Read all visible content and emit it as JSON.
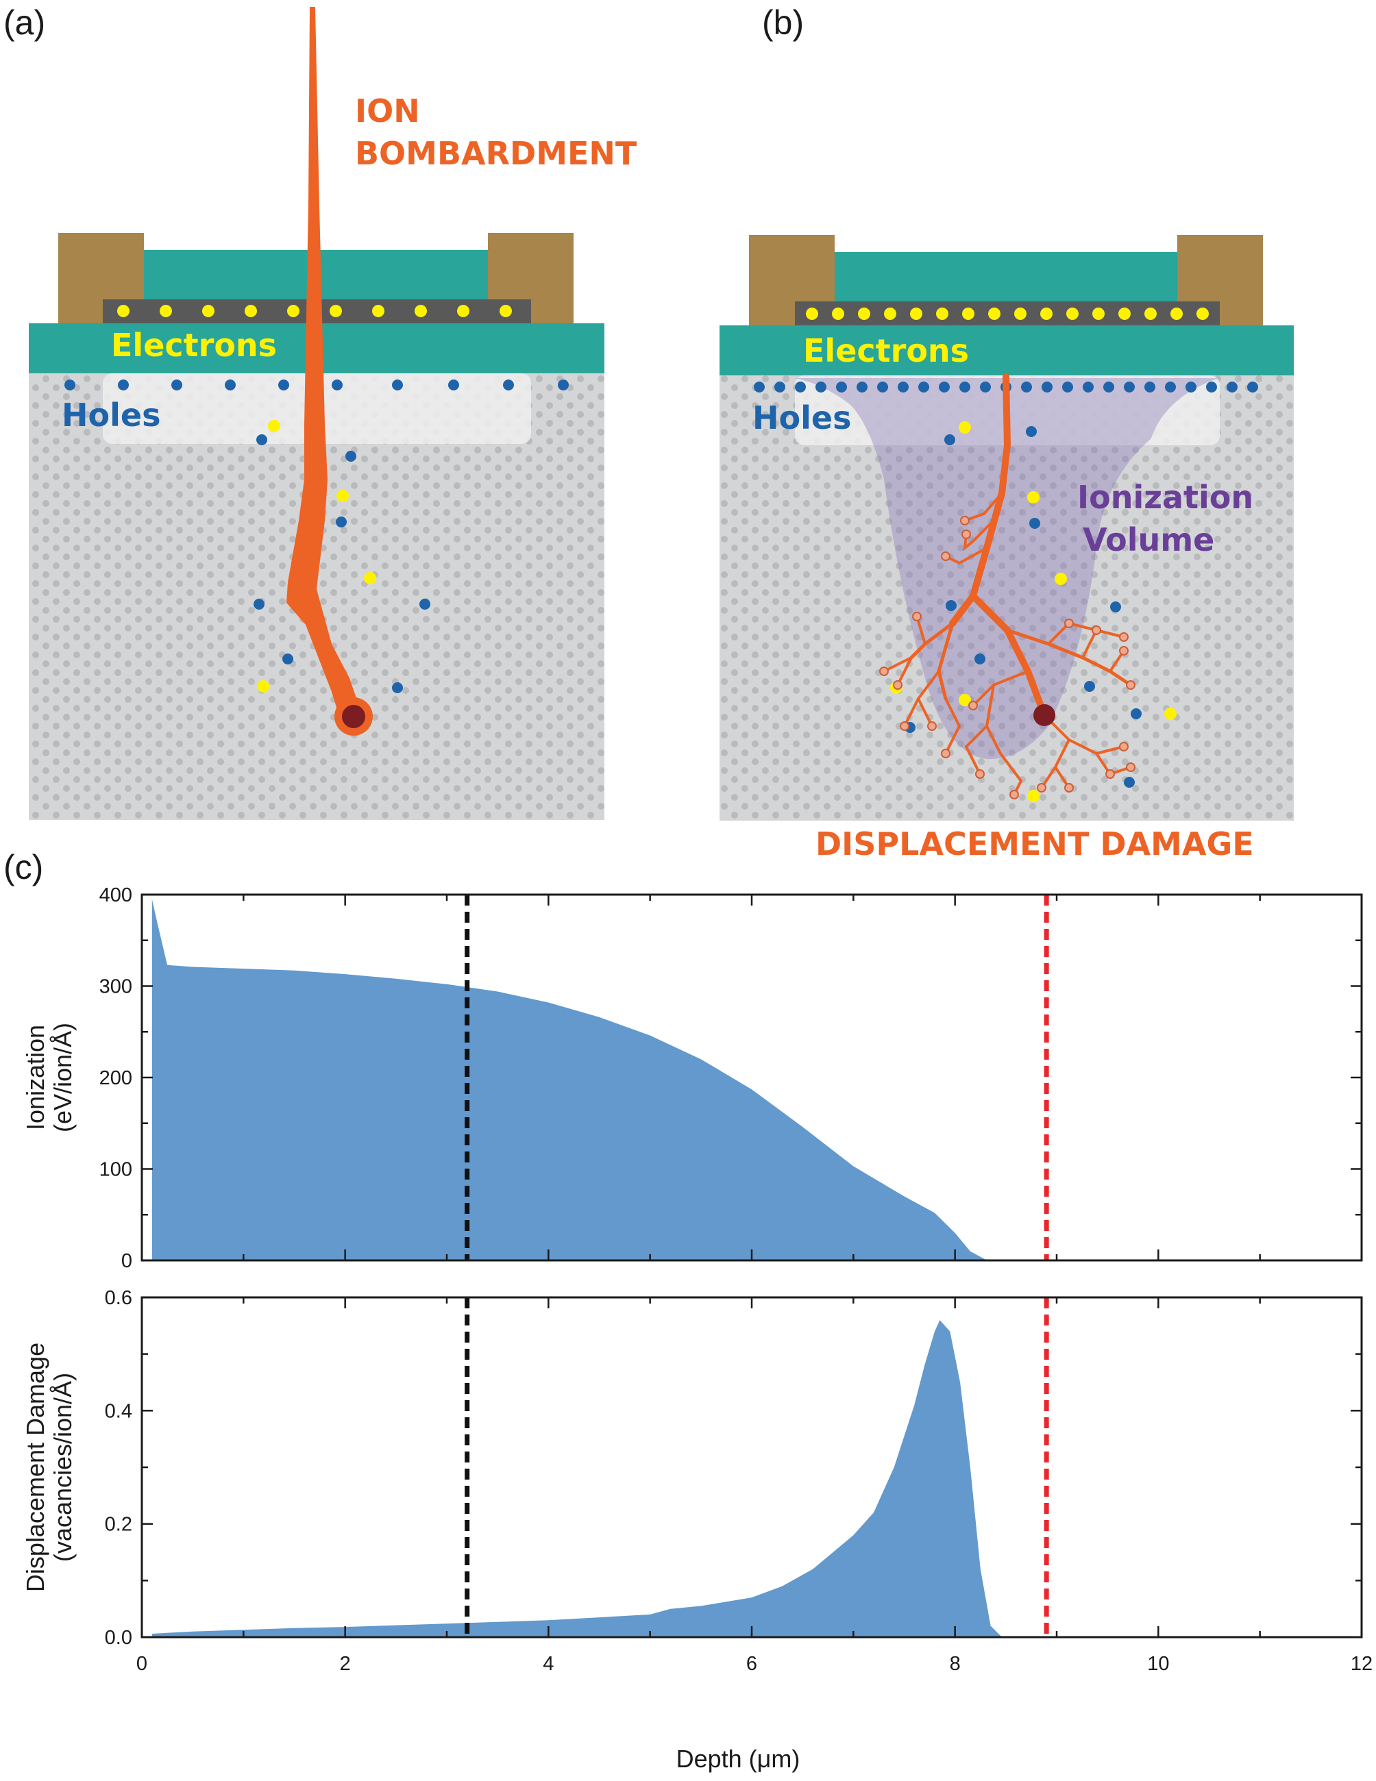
{
  "panel_labels": {
    "a": "(a)",
    "b": "(b)",
    "c": "(c)"
  },
  "panel_a": {
    "ion_label_line1": "ION",
    "ion_label_line2": "BOMBARDMENT",
    "electrons_label": "Electrons",
    "holes_label": "Holes"
  },
  "panel_b": {
    "electrons_label": "Electrons",
    "holes_label": "Holes",
    "ionization_line1": "Ionization",
    "ionization_line2": "Volume",
    "damage_label": "DISPLACEMENT DAMAGE"
  },
  "colors": {
    "ion": "#ec6325",
    "electron": "#fff200",
    "hole": "#1f64aa",
    "gate": "#a8854a",
    "oxide": "#2aa59a",
    "channel": "#595959",
    "substrate": "#d4d5d7",
    "ionization_volume": "#8a76b9",
    "ionization_text": "#6a3f98",
    "fill": "#6399cc",
    "vline_black": "#111111",
    "vline_red": "#e8262b"
  },
  "chart_data": [
    {
      "type": "area",
      "xlabel": "",
      "ylabel": [
        "Ionization",
        "(eV/ion/Å)"
      ],
      "xlim": [
        0,
        12
      ],
      "ylim": [
        0,
        400
      ],
      "yticks": [
        "0",
        "100",
        "200",
        "300",
        "400"
      ],
      "x": [
        0.1,
        0.15,
        0.25,
        0.5,
        1.0,
        1.5,
        2.0,
        2.5,
        3.0,
        3.5,
        4.0,
        4.5,
        5.0,
        5.5,
        6.0,
        6.5,
        7.0,
        7.5,
        7.8,
        8.0,
        8.15,
        8.3,
        8.31
      ],
      "values": [
        395,
        370,
        323,
        321,
        319,
        317,
        313,
        308,
        302,
        294,
        282,
        266,
        246,
        220,
        187,
        146,
        103,
        70,
        52,
        30,
        10,
        1,
        0
      ],
      "vlines": [
        {
          "x": 3.2,
          "color": "black",
          "style": "dashed"
        },
        {
          "x": 8.9,
          "color": "red",
          "style": "dashed"
        }
      ]
    },
    {
      "type": "area",
      "xlabel": "Depth (μm)",
      "ylabel": [
        "Displacement Damage",
        "(vacancies/ion/Å)"
      ],
      "xlim": [
        0,
        12
      ],
      "xticks": [
        "0",
        "2",
        "4",
        "6",
        "8",
        "10",
        "12"
      ],
      "ylim": [
        0,
        0.6
      ],
      "yticks": [
        "0.0",
        "0.2",
        "0.4",
        "0.6"
      ],
      "x": [
        0.1,
        0.5,
        1.0,
        1.5,
        2.0,
        2.5,
        3.0,
        3.5,
        4.0,
        4.5,
        5.0,
        5.2,
        5.5,
        6.0,
        6.3,
        6.6,
        6.8,
        7.0,
        7.2,
        7.4,
        7.6,
        7.7,
        7.8,
        7.85,
        7.95,
        8.05,
        8.15,
        8.25,
        8.35,
        8.45,
        8.5
      ],
      "values": [
        0.006,
        0.01,
        0.013,
        0.016,
        0.018,
        0.021,
        0.024,
        0.027,
        0.03,
        0.035,
        0.04,
        0.05,
        0.055,
        0.07,
        0.09,
        0.12,
        0.15,
        0.18,
        0.22,
        0.3,
        0.41,
        0.48,
        0.54,
        0.56,
        0.54,
        0.45,
        0.3,
        0.12,
        0.02,
        0.002,
        0
      ],
      "vlines": [
        {
          "x": 3.2,
          "color": "black",
          "style": "dashed"
        },
        {
          "x": 8.9,
          "color": "red",
          "style": "dashed"
        }
      ]
    }
  ]
}
